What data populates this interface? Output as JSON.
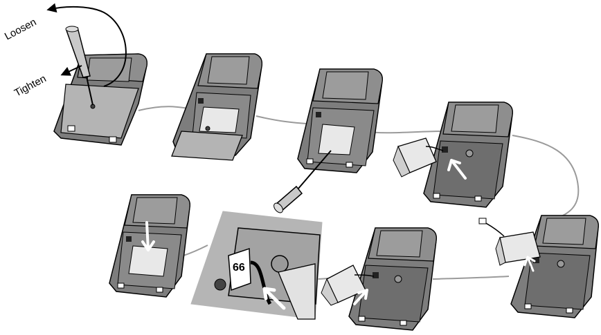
{
  "labels": {
    "loosen": "Loosen",
    "tighten": "Tighten"
  },
  "colors": {
    "device_body": "#7d7d7d",
    "device_top": "#8e8e8e",
    "device_face": "#b4b4b4",
    "compartment": "#8a8a8a",
    "battery": "#e8e8e8",
    "inset_bg": "#b5b5b5",
    "cable": "#9a9a9a",
    "outline": "#000000",
    "arrow": "#ffffff"
  },
  "steps": [
    {
      "id": "step-1-loosen-screw"
    },
    {
      "id": "step-2-remove-cover"
    },
    {
      "id": "step-3-pry-battery"
    },
    {
      "id": "step-4-disconnect-battery"
    },
    {
      "id": "step-5-insert-new-battery"
    },
    {
      "id": "step-6-connect-battery"
    },
    {
      "id": "step-7-connector-detail"
    },
    {
      "id": "step-8-seat-battery"
    }
  ]
}
